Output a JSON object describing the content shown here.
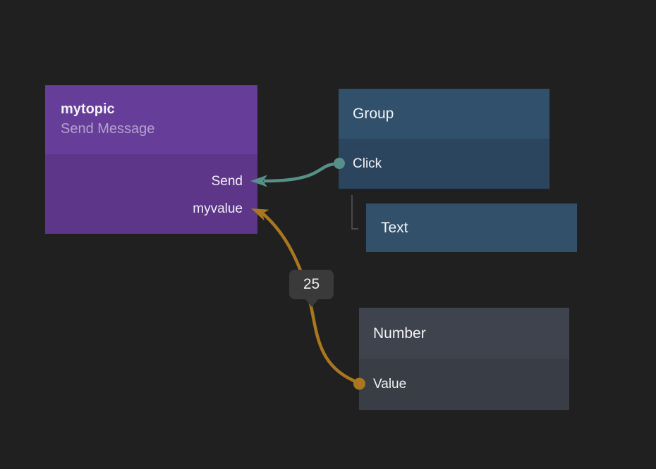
{
  "canvas": {
    "background": "#202020"
  },
  "nodes": {
    "mytopic": {
      "title": "mytopic",
      "subtitle": "Send Message",
      "header_color": "#663D99",
      "body_color": "#5D3689",
      "ports": [
        {
          "label": "Send"
        },
        {
          "label": "myvalue"
        }
      ]
    },
    "group": {
      "title": "Group",
      "header_color": "#30506B",
      "body_color": "#2C455F",
      "ports": [
        {
          "label": "Click"
        }
      ]
    },
    "text": {
      "title": "Text",
      "body_color": "#325069"
    },
    "number": {
      "title": "Number",
      "header_color": "#3F434D",
      "body_color": "#393D45",
      "ports": [
        {
          "label": "Value"
        }
      ]
    }
  },
  "wires": {
    "click_to_send": {
      "from": "Group.Click",
      "to": "mytopic.Send",
      "color": "#579089"
    },
    "value_to_myvalue": {
      "from": "Number.Value",
      "to": "mytopic.myvalue",
      "color": "#A8771F"
    }
  },
  "hierarchy_connector": {
    "color": "#565656"
  },
  "value_badge": {
    "text": "25",
    "background": "#3A3A3A"
  }
}
